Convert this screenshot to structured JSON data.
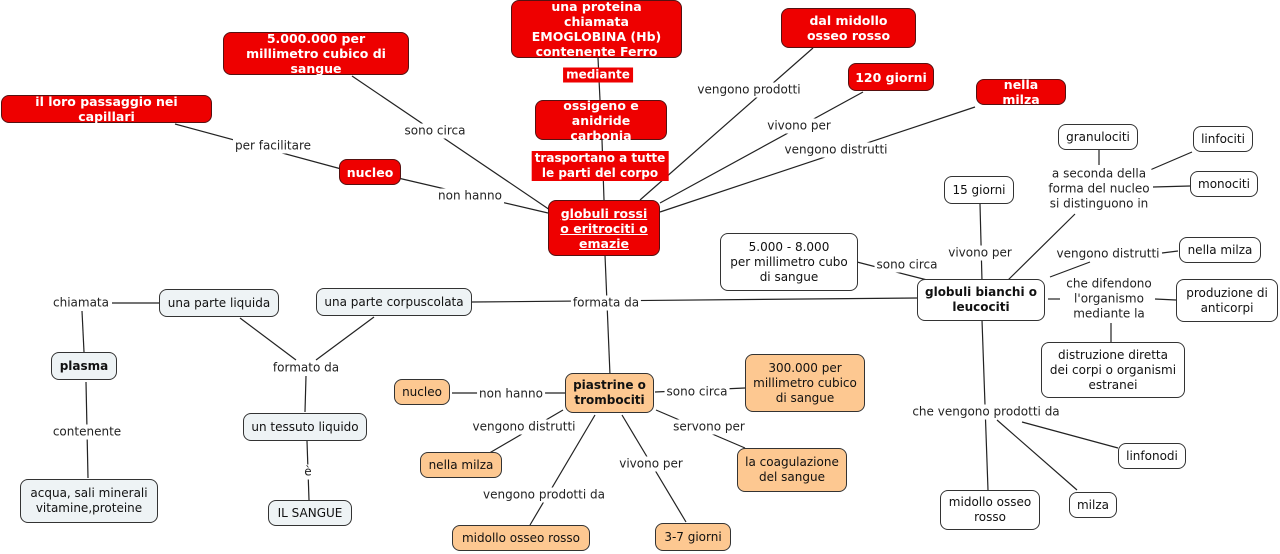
{
  "title": "Il sangue - mappa concettuale",
  "colors": {
    "globuli_rossi": "#ee0000",
    "piastrine": "#fdc891",
    "sangue": "#eef3f5",
    "globuli_bianchi": "#ffffff",
    "lines": "#222222"
  },
  "nodes": {
    "globuli_rossi": "globuli rossi o eritrociti o emazie",
    "emoglobina": "una proteina chiamata EMOGLOBINA (Hb) contenente Ferro",
    "ossigeno": "ossigeno e anidride carbonia",
    "cinque_milioni": "5.000.000 per millimetro cubico di sangue",
    "capillari": "il loro passaggio nei capillari",
    "nucleo_rossi": "nucleo",
    "midollo_rossi": "dal midollo osseo rosso",
    "centoventi": "120 giorni",
    "milza_rossi": "nella milza",
    "globuli_bianchi": "globuli bianchi o leucociti",
    "granulociti": "granulociti",
    "linfociti": "linfociti",
    "monociti": "monociti",
    "quindici_giorni": "15 giorni",
    "cinque_otto_mila": "5.000 - 8.000\nper millimetro cubo\ndi sangue",
    "milza_bianchi": "nella milza",
    "anticorpi": "produzione di anticorpi",
    "distruzione": "distruzione diretta dei corpi o organismi estranei",
    "linfonodi": "linfonodi",
    "midollo_bianchi": "midollo osseo rosso",
    "milza_prod": "milza",
    "parte_liquida": "una parte liquida",
    "parte_corpuscolata": "una parte corpuscolata",
    "plasma": "plasma",
    "acqua": "acqua, sali minerali vitamine,proteine",
    "tessuto": "un tessuto liquido",
    "sangue": "IL SANGUE",
    "piastrine": "piastrine o trombociti",
    "nucleo_piastrine": "nucleo",
    "trecento_mila": "300.000 per millimetro cubico di sangue",
    "milza_piastrine": "nella milza",
    "coagulazione": "la coagulazione del sangue",
    "midollo_piastrine": "midollo osseo rosso",
    "tre_sette": "3-7 giorni"
  },
  "links": {
    "mediante": "mediante",
    "trasportano": "trasportano a tutte\nle parti del corpo",
    "sono_circa_rossi": "sono circa",
    "per_facilitare": "per facilitare",
    "non_hanno_rossi": "non hanno",
    "vengono_prodotti_rossi": "vengono prodotti",
    "vivono_per_rossi": "vivono per",
    "vengono_distrutti_rossi": "vengono distrutti",
    "formata_da": "formata da",
    "seconda_nucleo": "a seconda della\nforma del nucleo\nsi distinguono in",
    "vivono_per_bianchi": "vivono per",
    "sono_circa_bianchi": "sono circa",
    "vengono_distrutti_bianchi": "vengono distrutti",
    "difendono": "che difendono\nl'organismo\nmediante la",
    "prodotti_da_bianchi": "che vengono prodotti da",
    "chiamata": "chiamata",
    "formato_da": "formato da",
    "contenente": "contenente",
    "e": "è",
    "non_hanno_piastrine": "non hanno",
    "sono_circa_piastrine": "sono circa",
    "vengono_distrutti_piastrine": "vengono distrutti",
    "servono_per": "servono per",
    "vivono_per_piastrine": "vivono per",
    "prodotti_da_piastrine": "vengono prodotti da"
  }
}
